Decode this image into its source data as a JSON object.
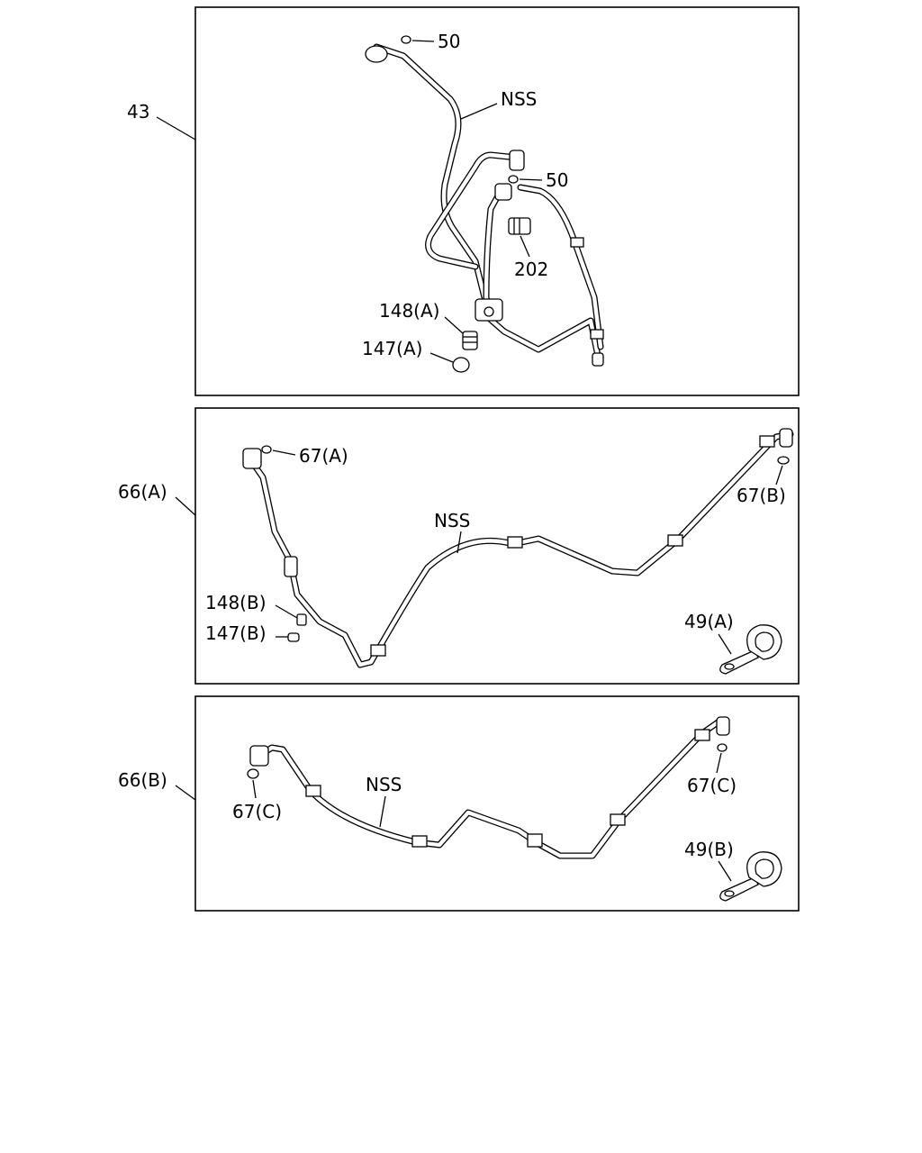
{
  "panels": [
    {
      "ref": "43",
      "labels": {
        "oring_top": "50",
        "nss": "NSS",
        "oring_mid": "50",
        "switch": "202",
        "valve": "148(A)",
        "cap": "147(A)"
      }
    },
    {
      "ref": "66(A)",
      "labels": {
        "oring_left": "67(A)",
        "oring_right": "67(B)",
        "nss": "NSS",
        "valve": "148(B)",
        "cap": "147(B)",
        "clamp": "49(A)"
      }
    },
    {
      "ref": "66(B)",
      "labels": {
        "nss": "NSS",
        "oring_left": "67(C)",
        "oring_right": "67(C)",
        "clamp": "49(B)"
      }
    }
  ]
}
